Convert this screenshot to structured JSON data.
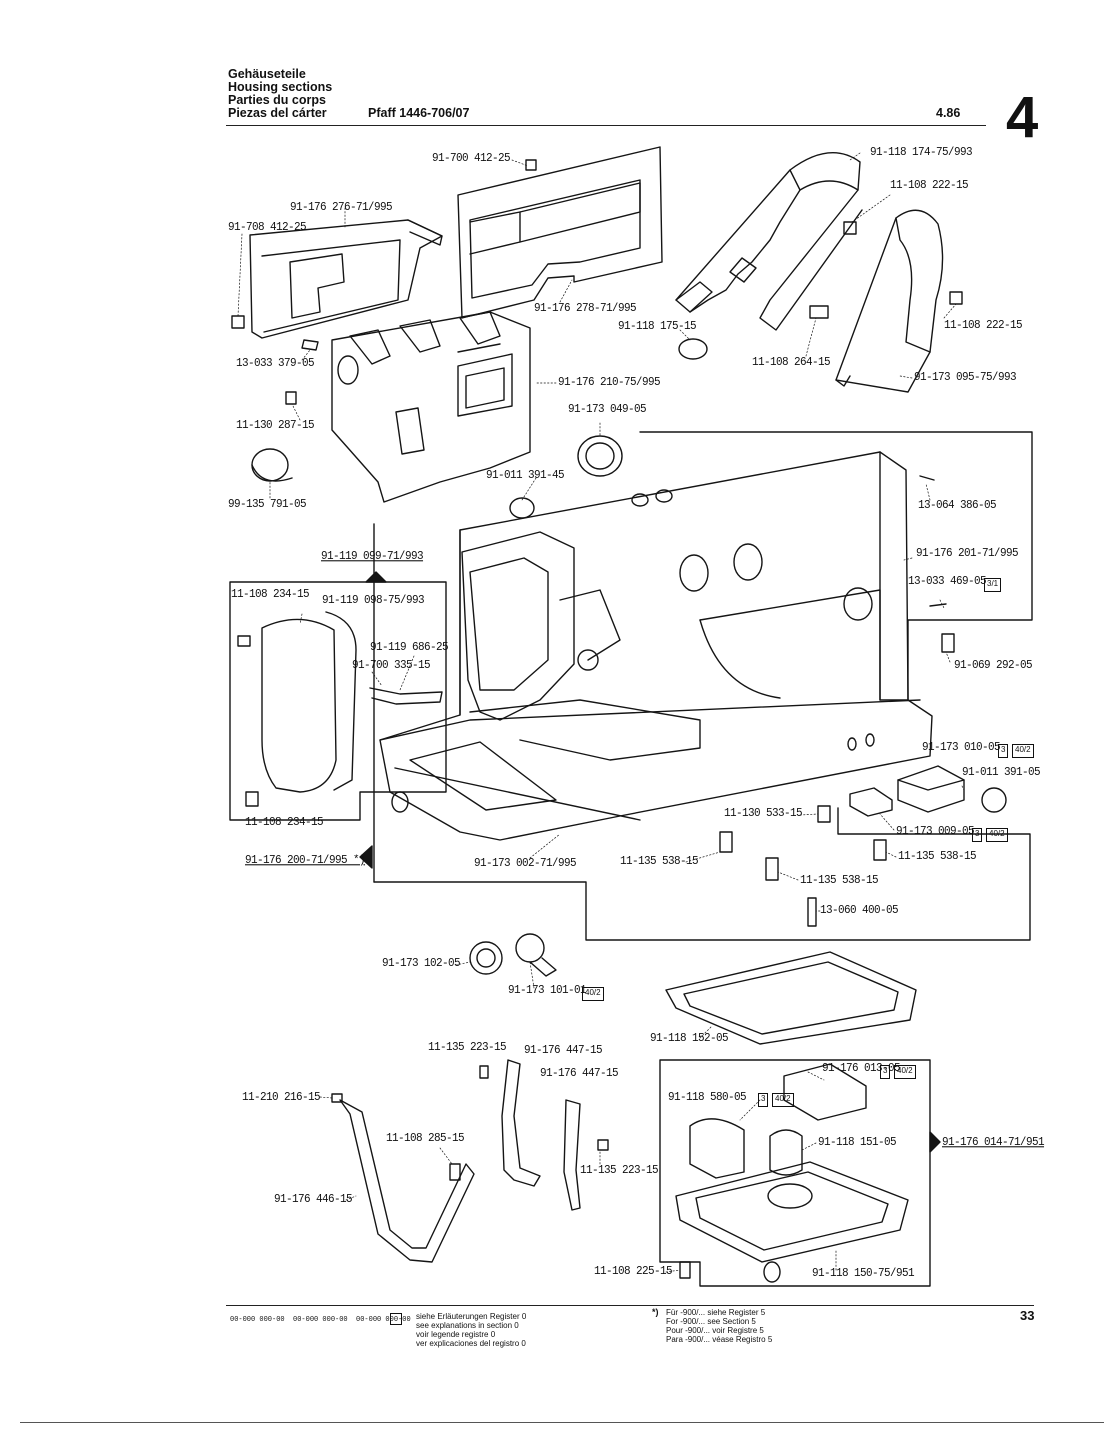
{
  "header": {
    "titles": [
      "Gehäuseteile",
      "Housing sections",
      "Parties du corps",
      "Piezas del cárter"
    ],
    "model": "Pfaff 1446-706/07",
    "date": "4.86",
    "section": "4"
  },
  "parts": [
    "91-700 412-25",
    "91-176 276-71/995",
    "91-708 412-25",
    "91-176 278-71/995",
    "91-118 174-75/993",
    "11-108 222-15",
    "11-108 222-15",
    "91-118 175-15",
    "11-108 264-15",
    "91-173 095-75/993",
    "13-033 379-05",
    "91-176 210-75/995",
    "11-130 287-15",
    "91-173 049-05",
    "99-135 791-05",
    "91-011 391-45",
    "13-064 386-05",
    "91-119 099-71/993",
    "91-176 201-71/995",
    "13-033 469-05",
    "11-108 234-15",
    "91-119 098-75/993",
    "91-119 686-25",
    "91-700 335-15",
    "91-069 292-05",
    "91-173 010-05",
    "91-011 391-05",
    "11-130 533-15",
    "11-108 234-15",
    "91-173 009-05",
    "91-176 200-71/995 *)",
    "91-173 002-71/995",
    "11-135 538-15",
    "11-135 538-15",
    "11-135 538-15",
    "13-060 400-05",
    "91-173 102-05",
    "91-173 101-01",
    "91-118 152-05",
    "11-135 223-15",
    "91-176 447-15",
    "91-176 447-15",
    "11-210 216-15",
    "91-176 013-05",
    "91-118 580-05",
    "11-108 285-15",
    "91-118 151-05",
    "91-176 014-71/951",
    "11-135 223-15",
    "91-176 446-15",
    "11-108 225-15",
    "91-118 150-75/951"
  ],
  "badges": [
    "3/1",
    "3",
    "40/2",
    "3",
    "40/2",
    "40/2",
    "3",
    "40/2",
    "3",
    "40/2"
  ],
  "footer": {
    "codes": [
      "00-000 000-00",
      "00-000 000-00",
      "00-000 000-00"
    ],
    "legend": [
      "siehe Erläuterungen Register 0",
      "see explanations in section 0",
      "voir legende registre 0",
      "ver explicaciones del registro 0"
    ],
    "star": "*)",
    "notes": [
      "Für -900/... siehe Register 5",
      "For -900/... see Section 5",
      "Pour -900/... voir Registre 5",
      "Para -900/... véase Registro 5"
    ],
    "page": "33"
  }
}
